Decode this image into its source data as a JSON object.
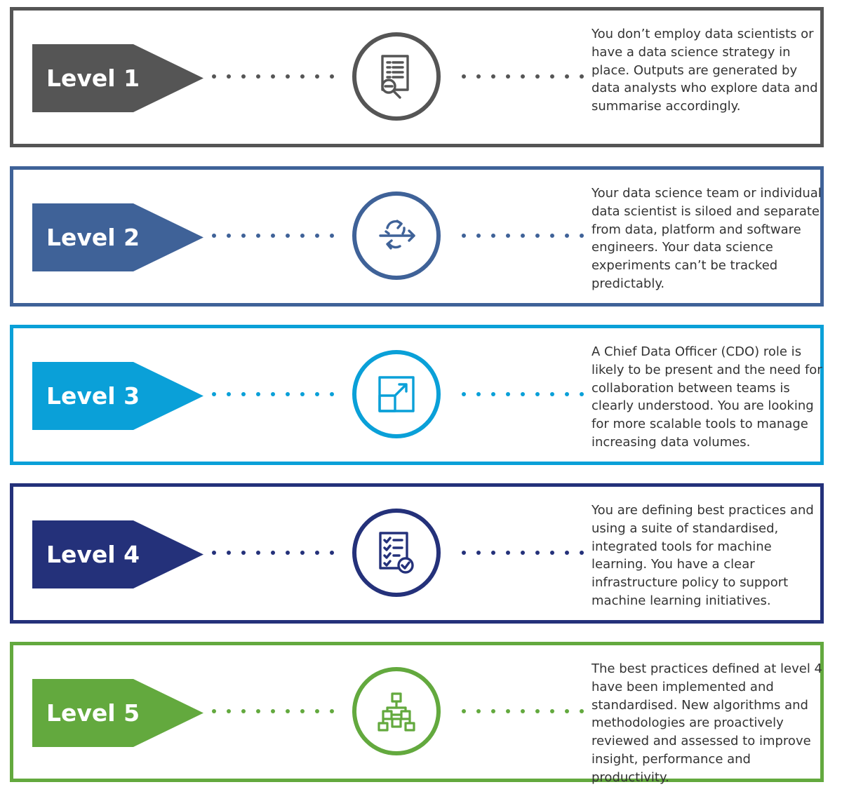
{
  "levels": [
    {
      "label": "Level 1",
      "color": "#555555",
      "icon": "document-search-icon",
      "description": "You don’t employ data scientists or have a data science strategy in place. Outputs are generated by data analysts who explore data and summarise accordingly."
    },
    {
      "label": "Level 2",
      "color": "#3f6298",
      "icon": "shuffle-arrows-icon",
      "description": "Your data science team or individual data scientist is siloed and separate from data, platform and software engineers. Your data science experiments can’t be tracked predictably."
    },
    {
      "label": "Level 3",
      "color": "#0aa0d8",
      "icon": "scale-up-icon",
      "description": "A Chief Data Officer (CDO) role is likely to be present and the need for collaboration between teams is clearly understood. You are looking for more scalable tools to manage increasing data volumes."
    },
    {
      "label": "Level 4",
      "color": "#24317a",
      "icon": "checklist-approved-icon",
      "description": "You are defining best practices and using a suite of standardised, integrated tools for machine learning. You have a clear infrastructure policy to support machine learning initiatives."
    },
    {
      "label": "Level 5",
      "color": "#63a93e",
      "icon": "hierarchy-icon",
      "description": "The best practices defined at level 4 have been implemented and standardised. New algorithms and methodologies are proactively reviewed and assessed to improve insight, performance and productivity."
    }
  ]
}
